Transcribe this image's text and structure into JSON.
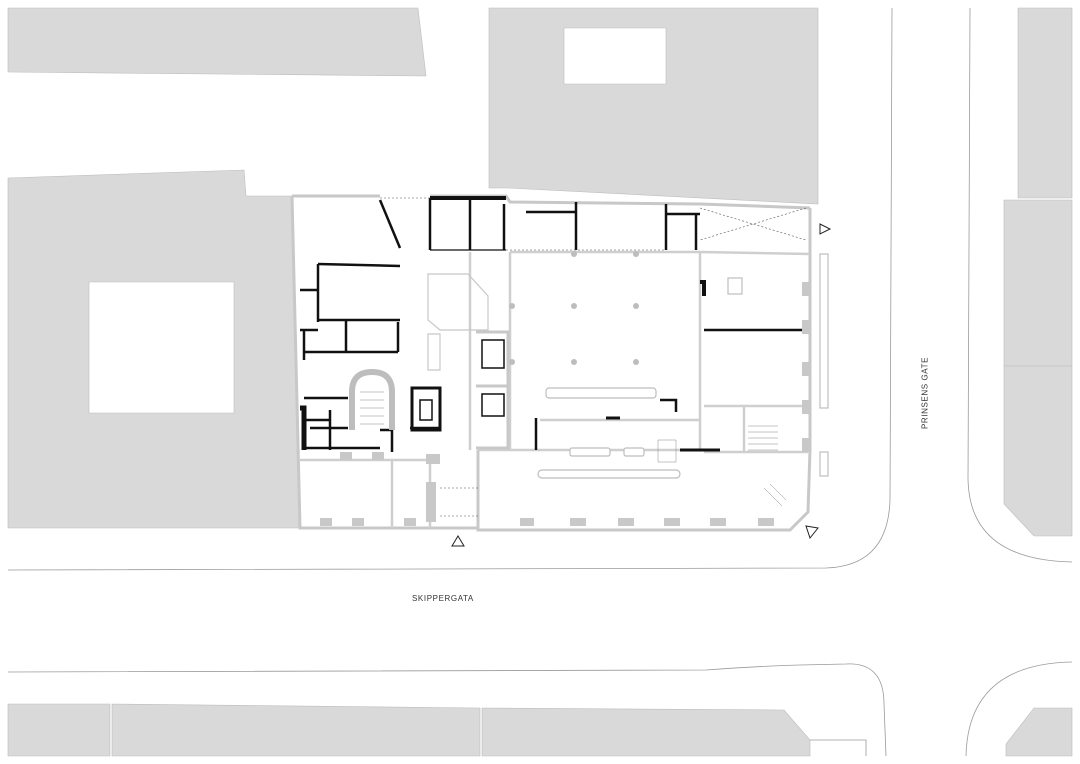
{
  "streets": {
    "skippergata": "SKIPPERGATA",
    "prinsens_gate": "PRINSENS GATE"
  },
  "colors": {
    "block": "#d9d9d9",
    "wall_existing": "#c8c8c8",
    "wall_new": "#111111",
    "curb": "#9a9a9a",
    "background": "#ffffff"
  },
  "icons": {
    "entrance_marker": "triangle-outline"
  }
}
